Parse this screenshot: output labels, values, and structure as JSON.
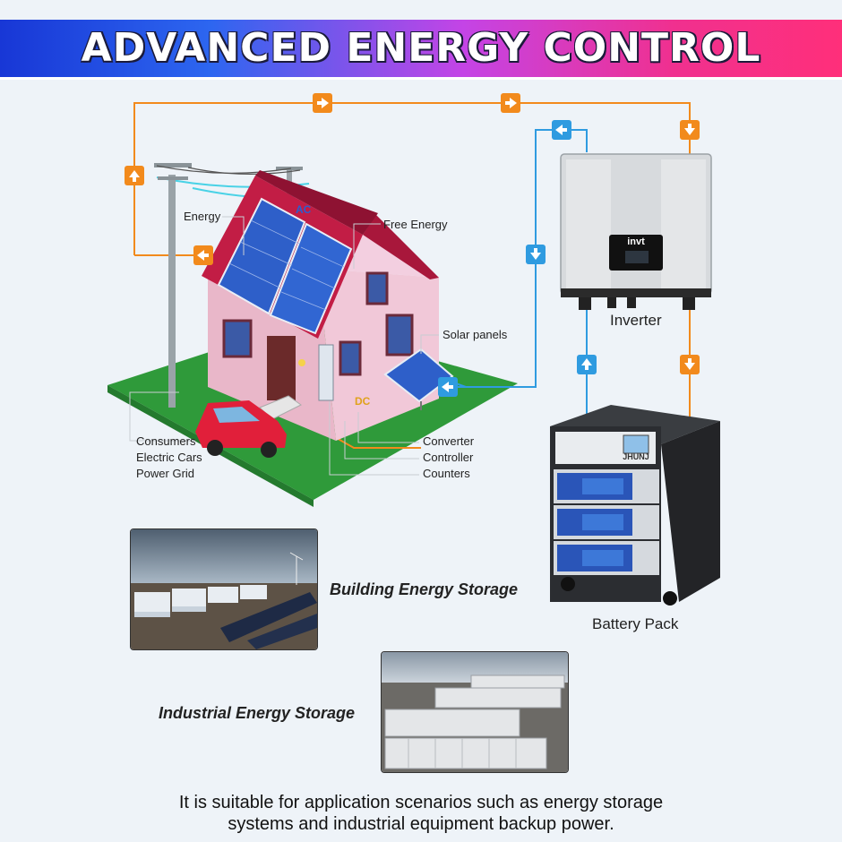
{
  "header": {
    "title": "ADVANCED ENERGY CONTROL"
  },
  "diagram": {
    "labels": {
      "ac": "AC",
      "dc": "DC",
      "energy": "Energy",
      "free_energy": "Free Energy",
      "solar_panels": "Solar panels",
      "consumers": "Consumers",
      "electric_cars": "Electric Cars",
      "power_grid": "Power Grid",
      "converter": "Converter",
      "controller": "Controller",
      "counters": "Counters",
      "inverter": "Inverter",
      "battery_pack": "Battery Pack"
    },
    "inverter_brand": "invt",
    "battery_brand": "JHUNJ"
  },
  "photos": {
    "building_caption": "Building Energy Storage",
    "industrial_caption": "Industrial Energy Storage"
  },
  "footer": {
    "line1": "It is suitable for application scenarios such as energy storage",
    "line2": "systems and industrial equipment backup power."
  },
  "colors": {
    "orange_flow": "#f28a1c",
    "blue_flow": "#2f9be0",
    "banner_start": "#1837d6",
    "banner_end": "#ff2f7a"
  }
}
